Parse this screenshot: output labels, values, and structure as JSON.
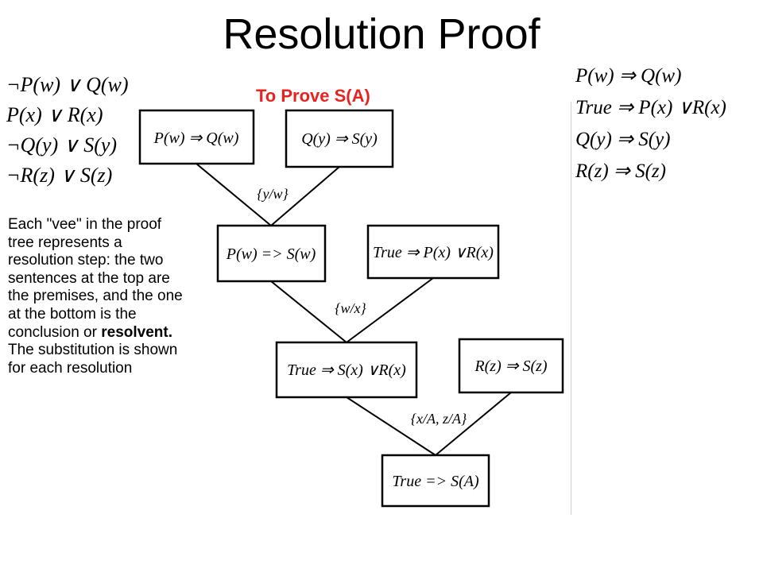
{
  "title": "Resolution Proof",
  "goal": "To Prove S(A)",
  "clauses": [
    "¬P(w) ∨ Q(w)",
    "P(x) ∨ R(x)",
    "¬Q(y) ∨ S(y)",
    "¬R(z) ∨ S(z)"
  ],
  "implications": [
    "P(w) ⇒ Q(w)",
    "True ⇒ P(x) ∨R(x)",
    "Q(y) ⇒ S(y)",
    "R(z) ⇒ S(z)"
  ],
  "explanation": {
    "text_before": "Each \"vee\" in the proof tree represents a resolution step: the two sentences at the top are the premises, and the one at the bottom is the conclusion or ",
    "bold": "resolvent.",
    "text_after": " The substitution is shown for each resolution"
  },
  "tree": {
    "nodes": [
      {
        "id": "n1",
        "label": "P(w) ⇒ Q(w)"
      },
      {
        "id": "n2",
        "label": "Q(y) ⇒ S(y)"
      },
      {
        "id": "n3",
        "label": "P(w) => S(w)"
      },
      {
        "id": "n4",
        "label": "True ⇒ P(x) ∨R(x)"
      },
      {
        "id": "n5",
        "label": "True ⇒ S(x) ∨R(x)"
      },
      {
        "id": "n6",
        "label": "R(z) ⇒ S(z)"
      },
      {
        "id": "n7",
        "label": "True => S(A)"
      }
    ],
    "substitutions": [
      "{y/w}",
      "{w/x}",
      "{x/A, z/A}"
    ]
  }
}
